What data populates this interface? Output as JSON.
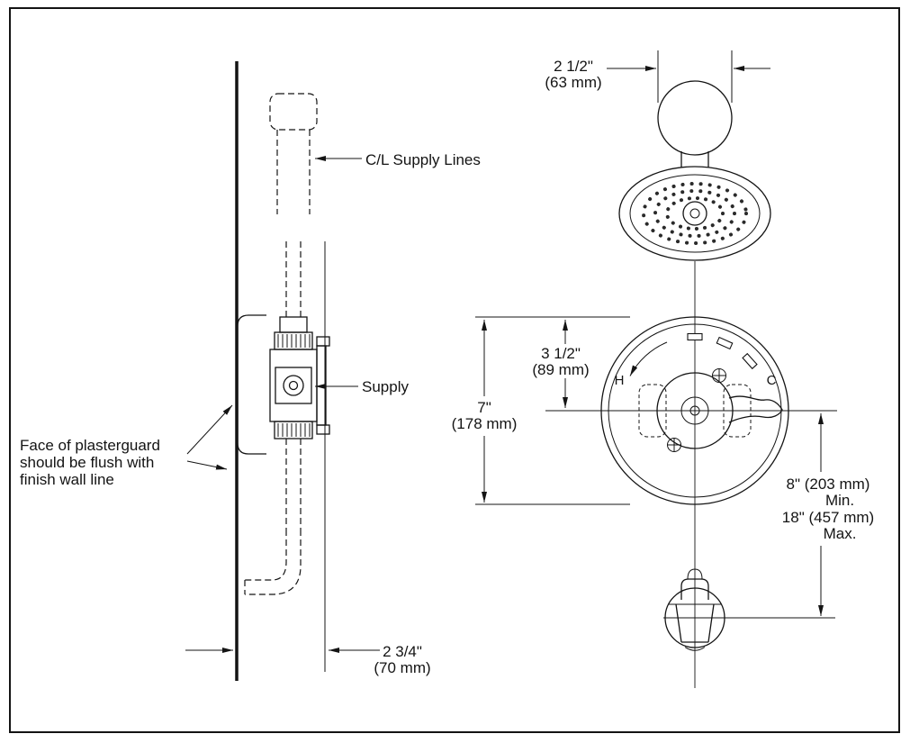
{
  "side_view": {
    "labels": {
      "supply_lines": "C/L Supply Lines",
      "supply": "Supply",
      "plasterguard_note": [
        "Face of plasterguard",
        "should be flush with",
        "finish wall line"
      ]
    },
    "dims": {
      "wall_depth": [
        "2 3/4\"",
        "(70 mm)"
      ]
    }
  },
  "front_view": {
    "labels": {
      "hot": "H",
      "cold": "C"
    },
    "dims": {
      "shower_arm_flange": [
        "2 1/2\"",
        "(63 mm)"
      ],
      "trim_center_to_top": [
        "3 1/2\"",
        "(89 mm)"
      ],
      "trim_height": [
        "7\"",
        "(178 mm)"
      ],
      "valve_to_spout": [
        "8\" (203 mm)",
        "Min.",
        "18\" (457 mm)",
        "Max."
      ]
    }
  },
  "colors": {
    "line": "#141414",
    "background": "#ffffff"
  }
}
